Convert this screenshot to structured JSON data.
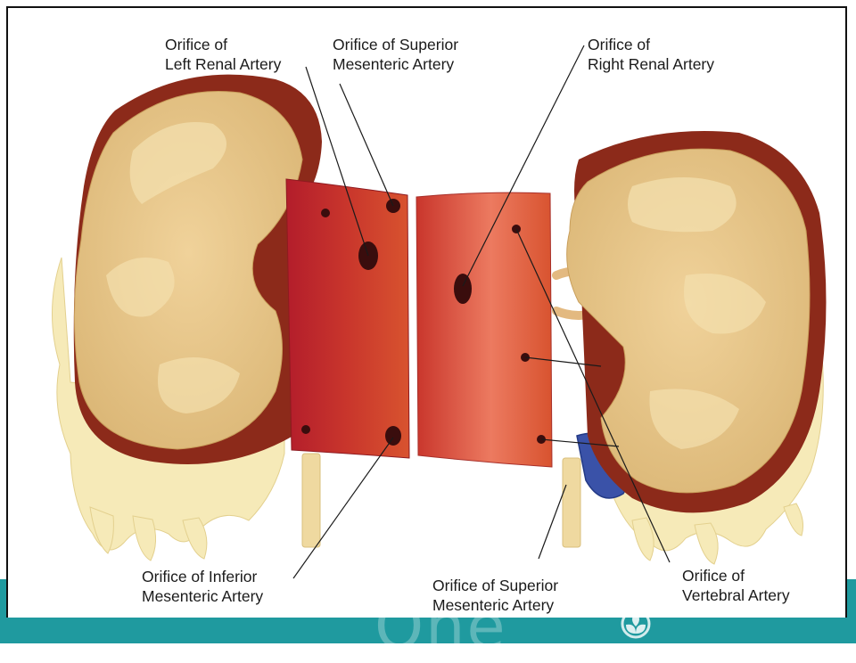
{
  "colors": {
    "band": "#1f9a9f",
    "kidney_fat": "#e8c98a",
    "kidney_capsule": "#8c2a1a",
    "aorta_left": "#b8202a",
    "aorta_right": "#e8705a",
    "vein": "#3a52a8",
    "vessel": "#efd9a0"
  },
  "labels": {
    "left_renal": [
      "Orifice of",
      "Left Renal Artery"
    ],
    "superior_mesenteric_top": [
      "Orifice of Superior",
      "Mesenteric Artery"
    ],
    "right_renal": [
      "Orifice of",
      "Right Renal Artery"
    ],
    "inferior_mesenteric": [
      "Orifice of Inferior",
      "Mesenteric Artery"
    ],
    "superior_mesenteric_bottom": [
      "Orifice of Superior",
      "Mesenteric Artery"
    ],
    "vertebral": [
      "Orifice of",
      "Vertebral  Artery"
    ]
  },
  "footer": {
    "brand_text": "One",
    "brand_icon": "leaf-logo-icon"
  }
}
